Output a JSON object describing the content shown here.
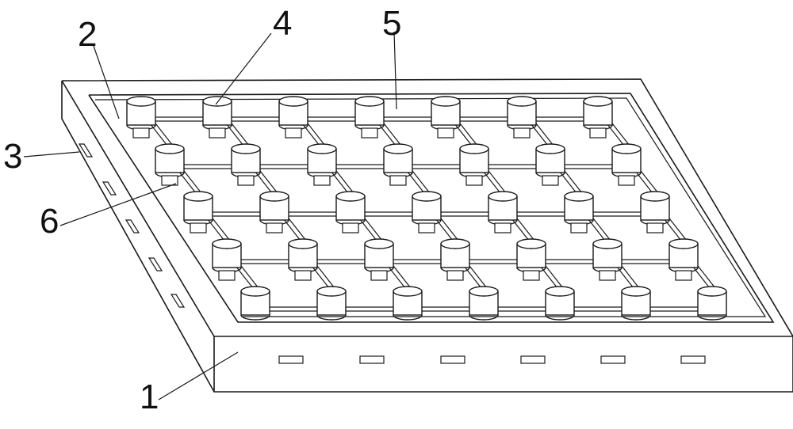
{
  "figure": {
    "labels": [
      {
        "id": "1",
        "text": "1"
      },
      {
        "id": "2",
        "text": "2"
      },
      {
        "id": "3",
        "text": "3"
      },
      {
        "id": "4",
        "text": "4"
      },
      {
        "id": "5",
        "text": "5"
      },
      {
        "id": "6",
        "text": "6"
      }
    ],
    "colors": {
      "stroke": "#1a1a1a",
      "fill": "#ffffff"
    }
  }
}
